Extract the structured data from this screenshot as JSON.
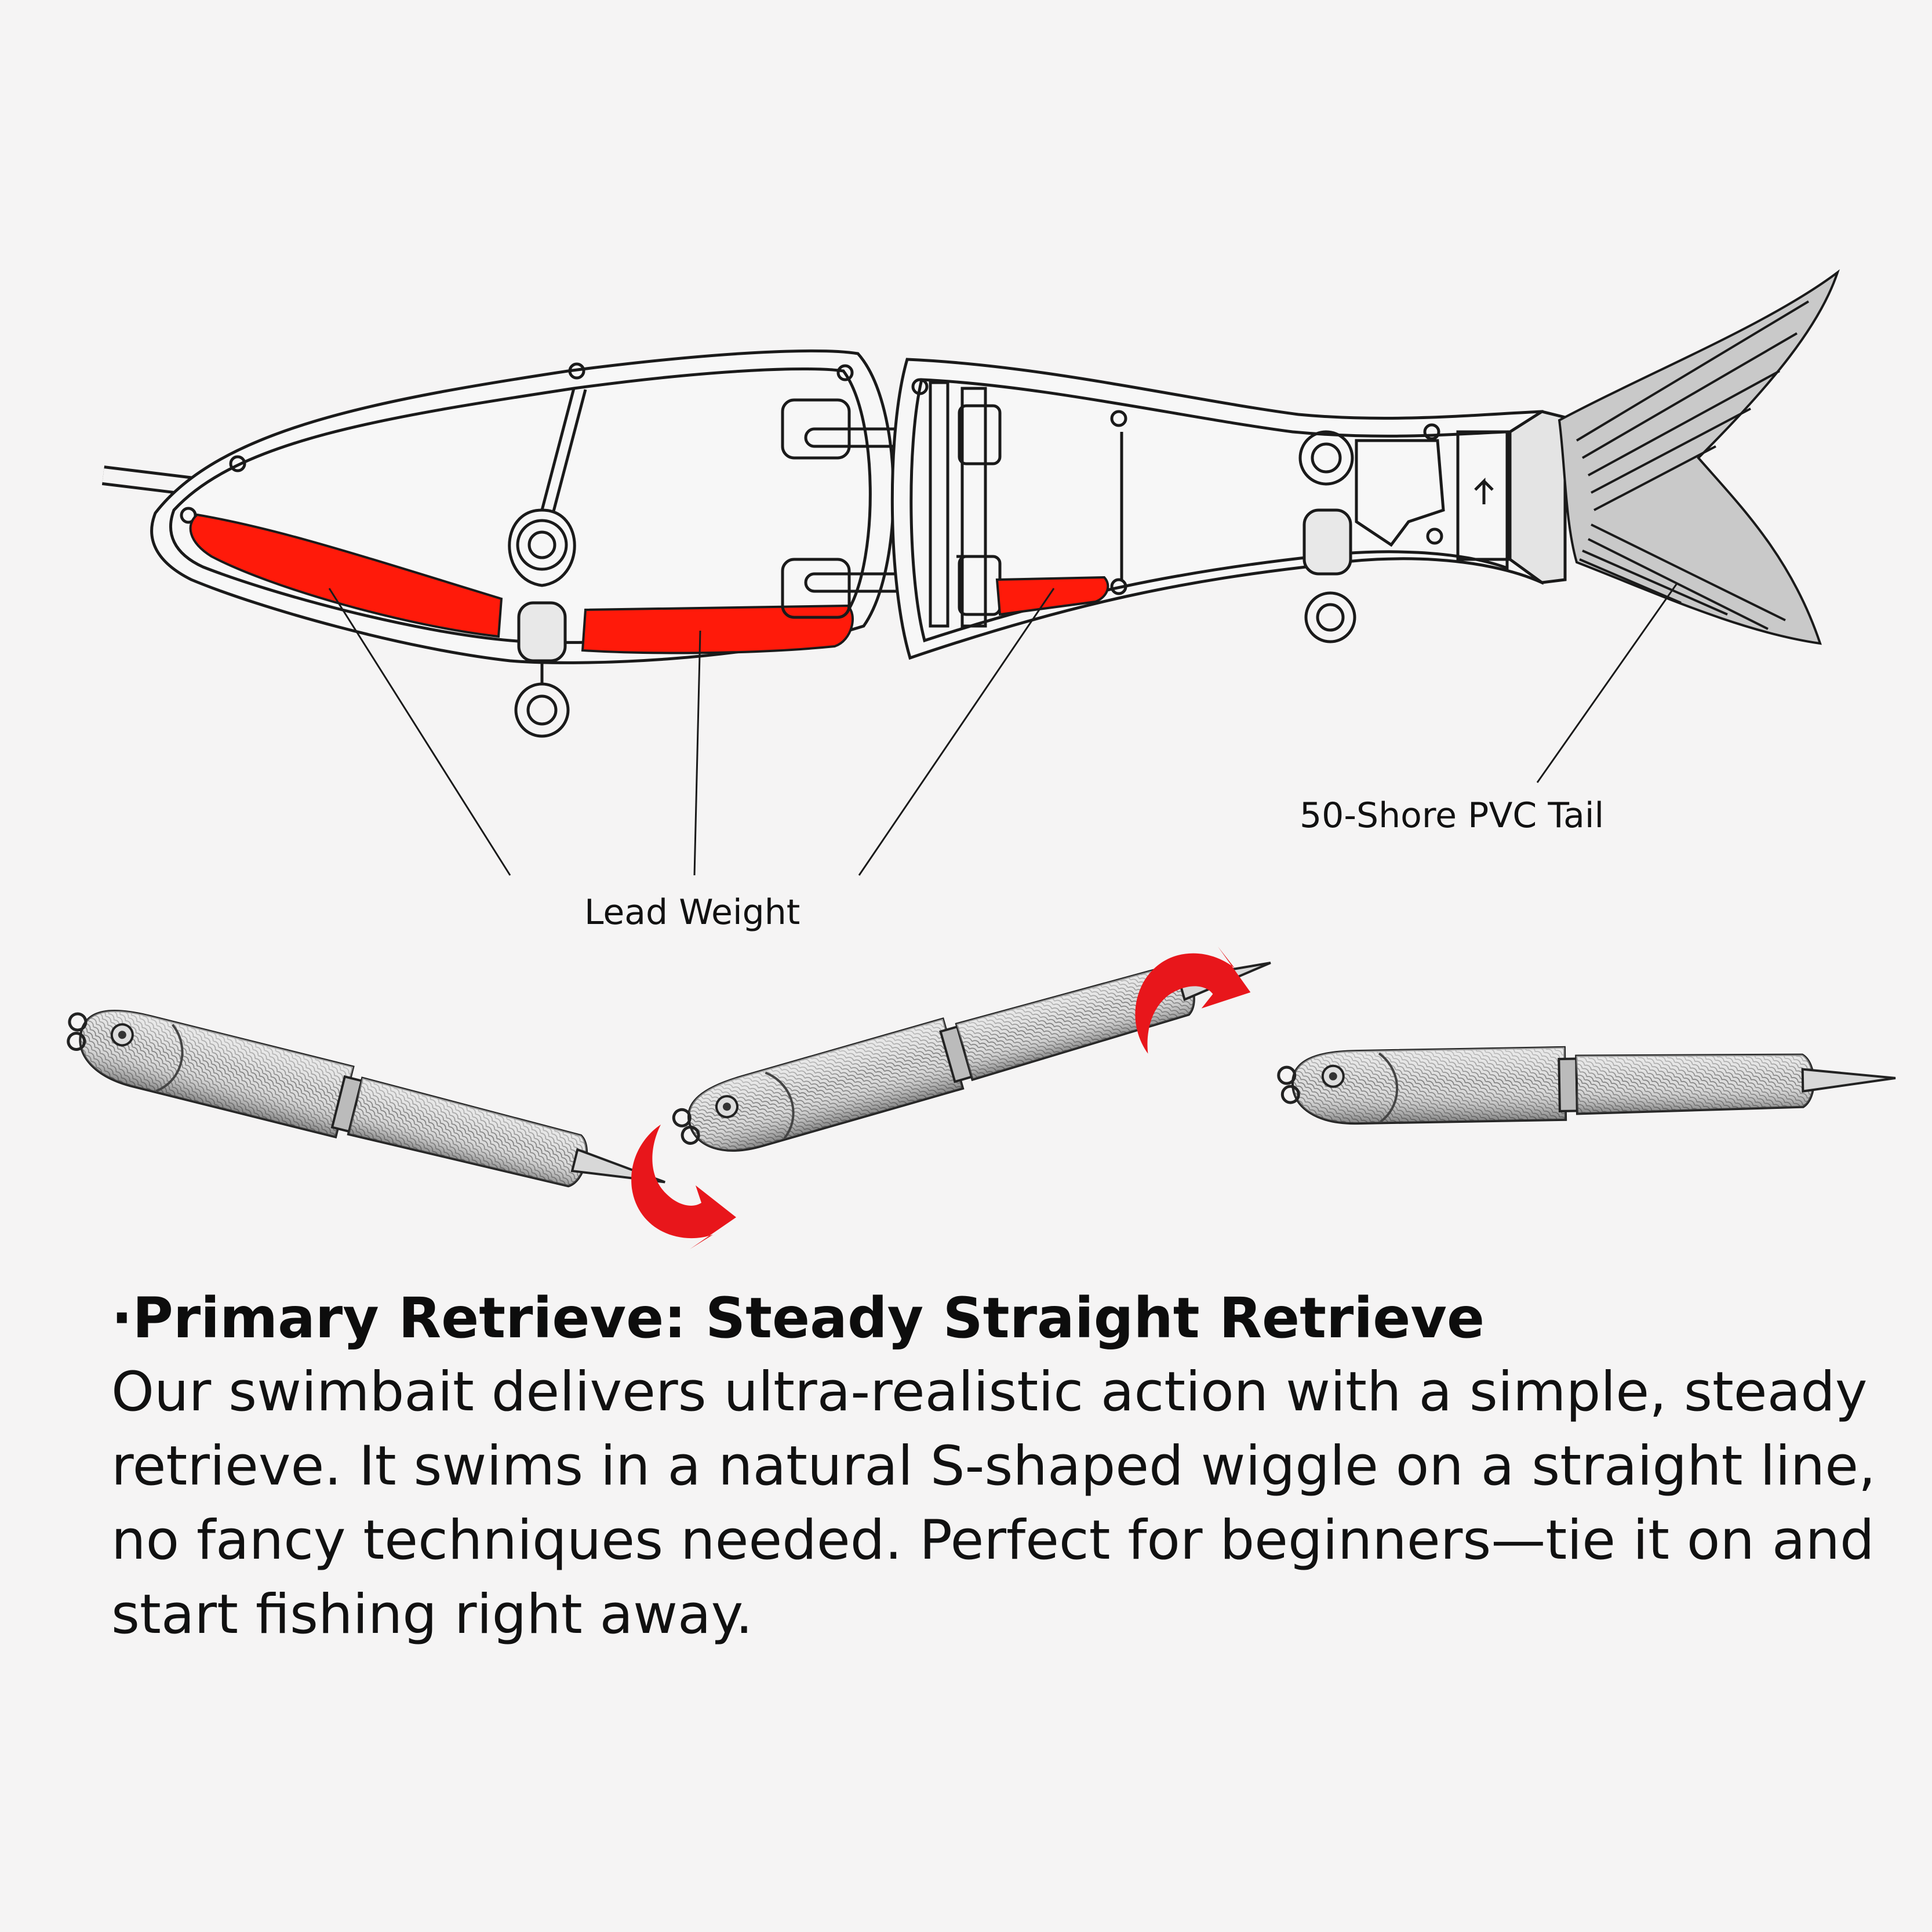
{
  "colors": {
    "background": "#f5f4f4",
    "lead_weight": "#ff1a0a",
    "arrow": "#e8161b",
    "outline": "#1a1a1a"
  },
  "diagram": {
    "labels": {
      "tail": "50-Shore PVC Tail",
      "lead": "Lead Weight"
    },
    "icons": [
      "lure-cross-section",
      "lead-weight",
      "pvc-tail",
      "swim-motion-arrow",
      "swimbait-lure"
    ]
  },
  "text": {
    "heading": "·Primary Retrieve: Steady Straight Retrieve",
    "body_lines": [
      "Our swimbait delivers ultra-realistic action with a simple, steady",
      "retrieve. It swims in a natural S-shaped wiggle on a straight line,",
      "no fancy techniques needed. Perfect for beginners—tie it on and",
      "start fishing right away."
    ]
  }
}
